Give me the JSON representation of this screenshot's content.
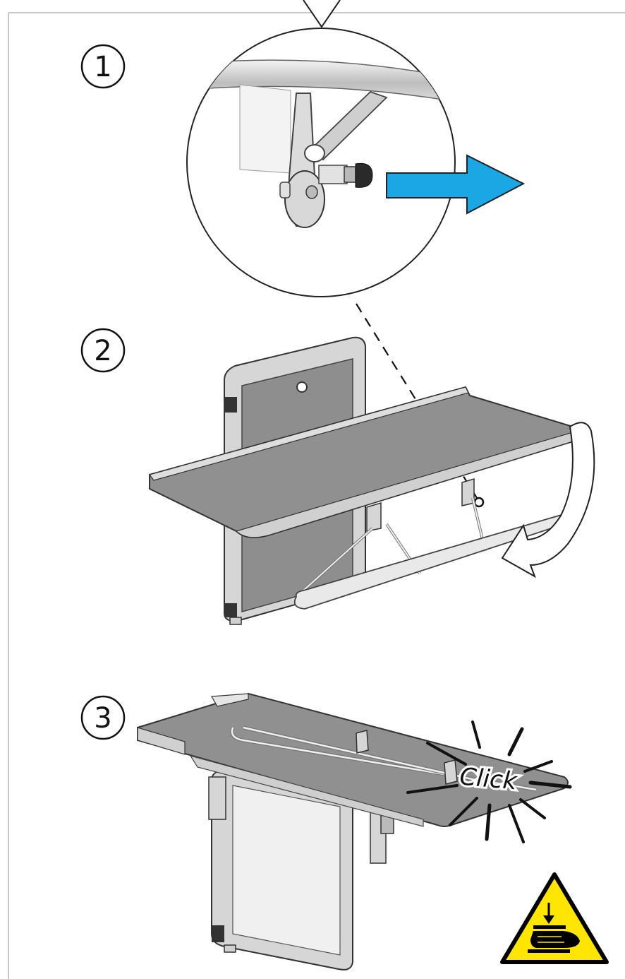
{
  "steps": [
    {
      "number": "1",
      "label_icon": "circled-digit-one"
    },
    {
      "number": "2",
      "label_icon": "circled-digit-two"
    },
    {
      "number": "3",
      "label_icon": "circled-digit-three"
    }
  ],
  "click_label": "Click",
  "warning": {
    "icon": "crushing-hands-hazard-icon",
    "color": "#FFE500",
    "border": "#000000"
  },
  "colors": {
    "arrow": "#1BA6E4",
    "panel": "#909090",
    "frame": "#D6D6D6",
    "outline": "#2A2A2A"
  }
}
